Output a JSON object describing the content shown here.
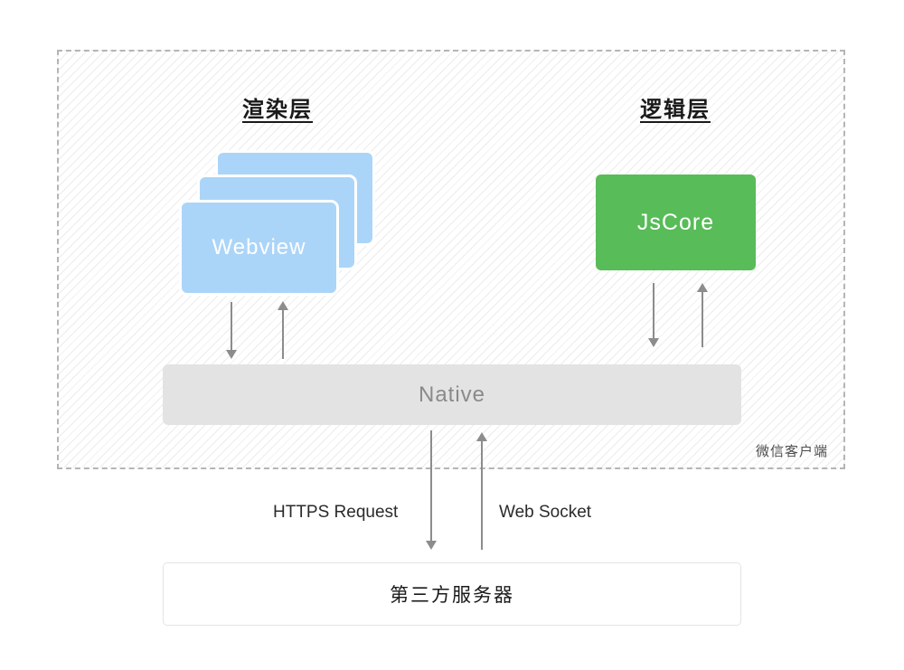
{
  "diagram": {
    "title_implicit": "WeChat Mini Program architecture",
    "client_box": {
      "caption": "微信客户端"
    },
    "headings": {
      "render_layer": "渲染层",
      "logic_layer": "逻辑层"
    },
    "nodes": {
      "webview": {
        "label": "Webview",
        "stack_count": 3,
        "fill": "#abd5f8",
        "text_color": "#ffffff"
      },
      "jscore": {
        "label": "JsCore",
        "fill": "#58bc58",
        "text_color": "#ffffff"
      },
      "native": {
        "label": "Native",
        "fill": "#e3e3e3",
        "text_color": "#8a8a8a"
      },
      "server": {
        "label": "第三方服务器",
        "fill": "#ffffff",
        "border": "#e4e4e4"
      }
    },
    "connections": {
      "webview_native": {
        "arrows": [
          "down",
          "up"
        ]
      },
      "jscore_native": {
        "arrows": [
          "down",
          "up"
        ]
      },
      "native_server": {
        "arrows": [
          "down",
          "up"
        ],
        "https_label": "HTTPS Request",
        "websocket_label": "Web Socket"
      }
    },
    "colors": {
      "arrow": "#8c8c8c",
      "dashed_border": "#b5b5b5",
      "hatch_line": "#ececec",
      "background": "#ffffff"
    }
  }
}
